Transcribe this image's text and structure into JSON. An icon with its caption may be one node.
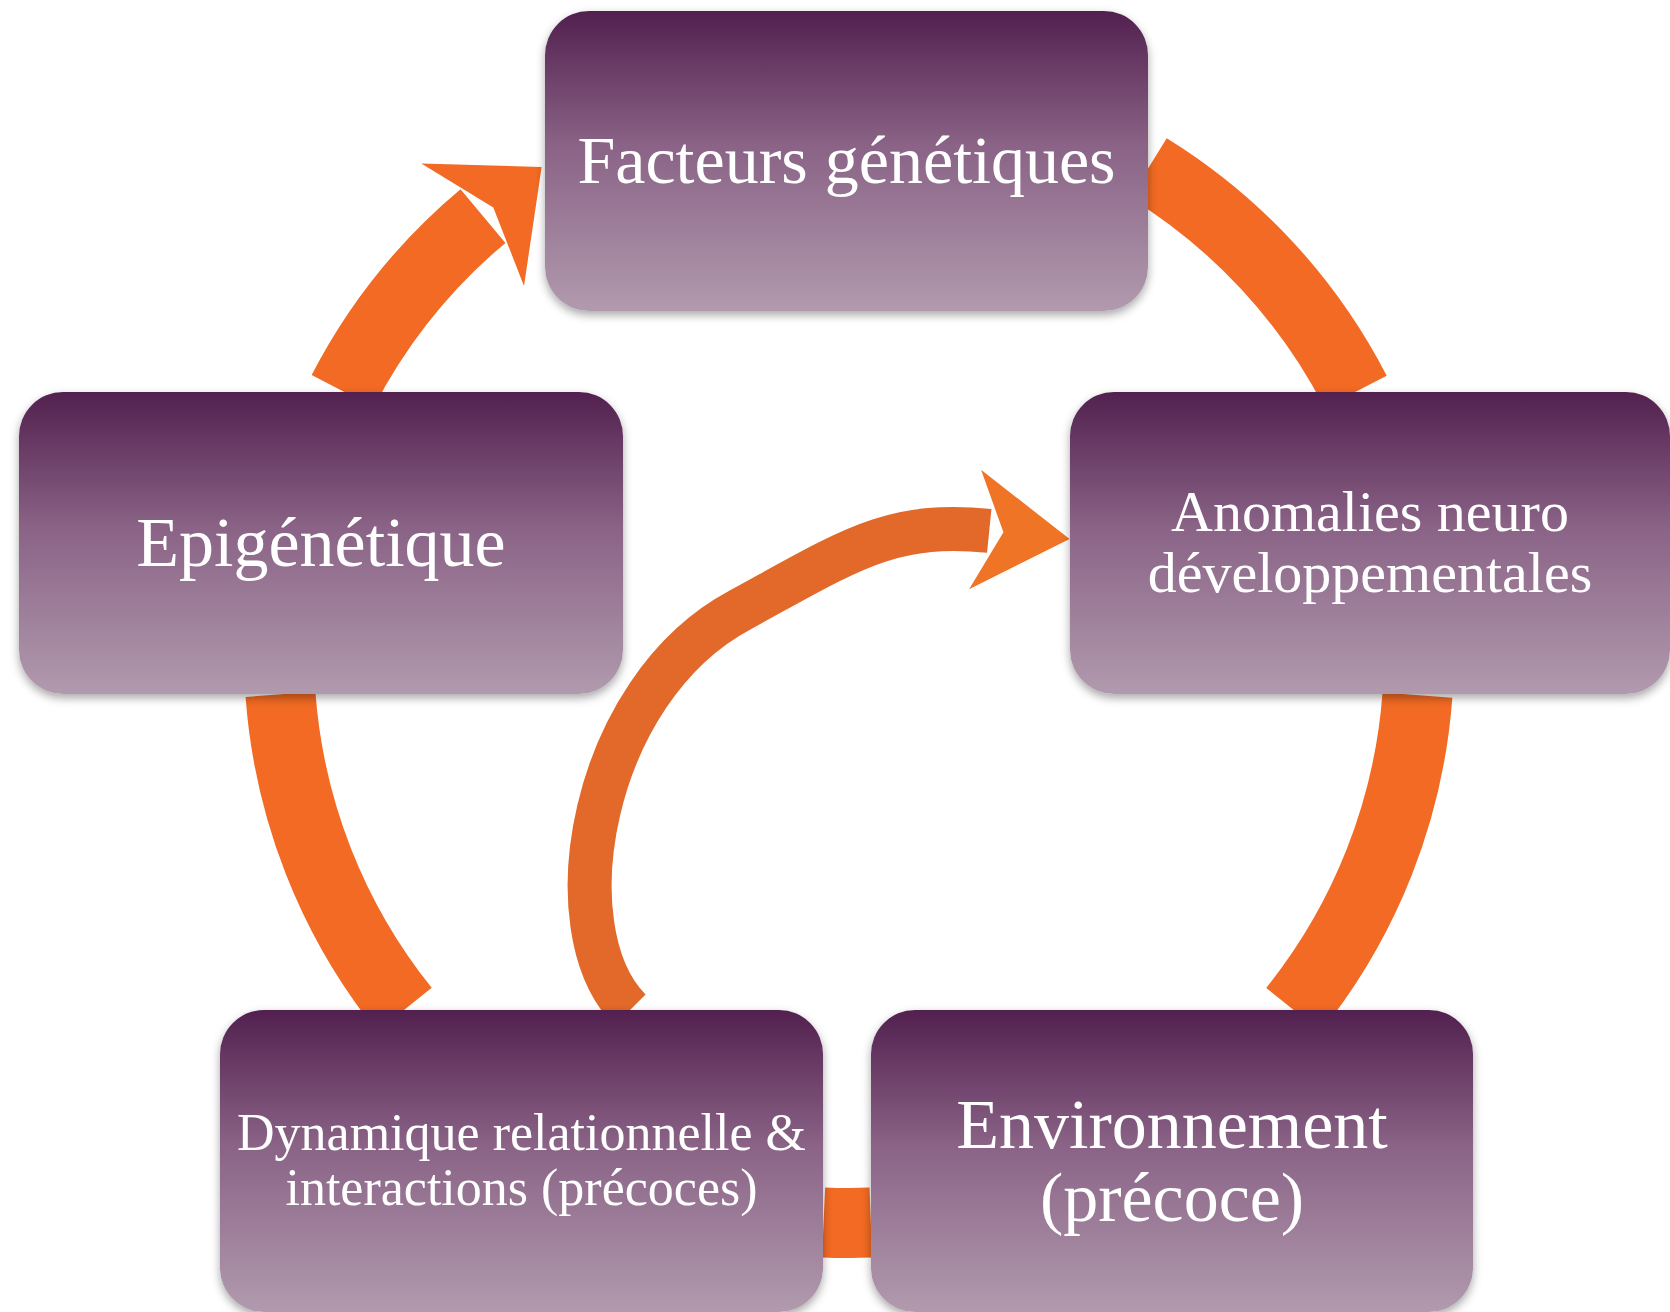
{
  "diagram": {
    "nodes": [
      {
        "text": [
          "Facteurs génétiques"
        ]
      },
      {
        "text": [
          "Anomalies neuro développementales"
        ]
      },
      {
        "text": [
          "Environnement (précoce)"
        ]
      },
      {
        "text": [
          "Dynamique relationnelle & interactions (précoces)"
        ]
      },
      {
        "text": [
          "Epigénétique"
        ]
      }
    ],
    "edges": [
      {
        "from": 0,
        "to": 1,
        "arrow": "none"
      },
      {
        "from": 1,
        "to": 2,
        "arrow": "none"
      },
      {
        "from": 2,
        "to": 3,
        "arrow": "none"
      },
      {
        "from": 3,
        "to": 4,
        "arrow": "none"
      },
      {
        "from": 4,
        "to": 0,
        "arrow": "to"
      },
      {
        "from": 3,
        "to": 1,
        "arrow": "to"
      }
    ]
  }
}
